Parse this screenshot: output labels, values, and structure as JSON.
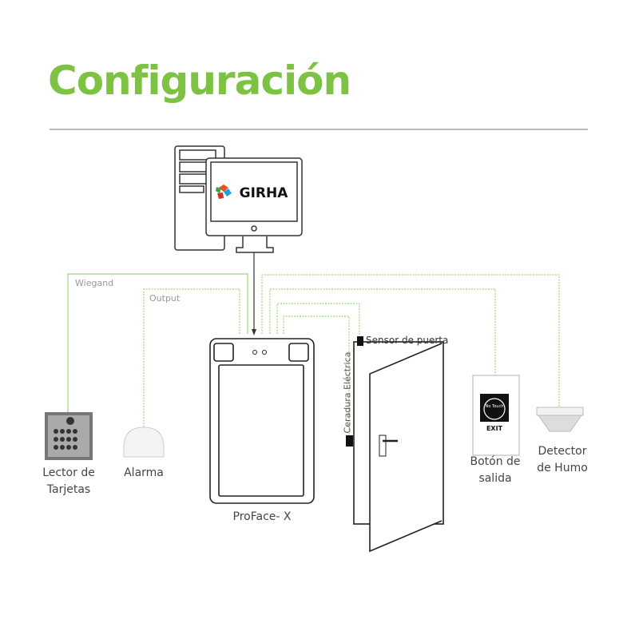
{
  "title": "Configuración",
  "logo": {
    "text": "GIRHA"
  },
  "wire_labels": {
    "wiegand": "Wiegand",
    "output": "Output",
    "sensor": "Sensor de puerta",
    "lock": "Ceradura Eléctrica"
  },
  "devices": {
    "card_reader": [
      "Lector de",
      "Tarjetas"
    ],
    "alarm": "Alarma",
    "terminal": "ProFace- X",
    "exit_button": [
      "Botón de",
      "salida"
    ],
    "exit_button_text": "EXIT",
    "exit_button_touch": "No Touch",
    "smoke_detector": [
      "Detector",
      "de Humo"
    ]
  },
  "colors": {
    "accent": "#7dc242",
    "wire": "#9fd77a"
  }
}
